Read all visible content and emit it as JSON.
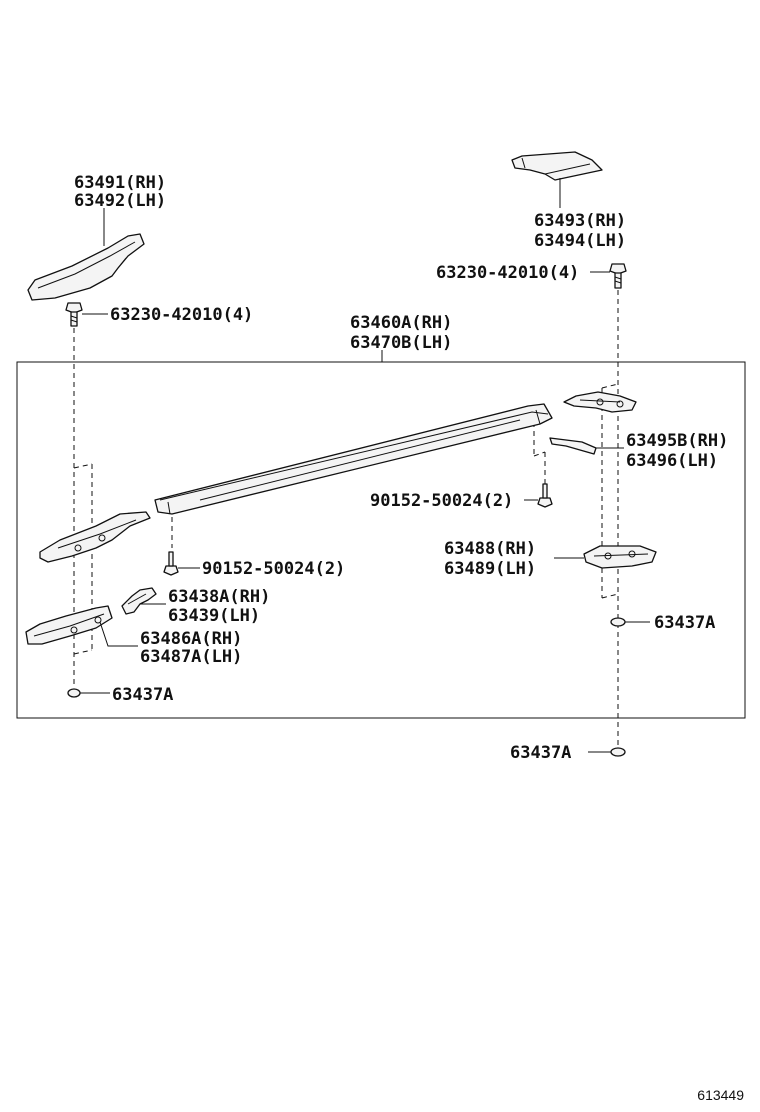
{
  "labels": {
    "p63491": "63491(RH)",
    "p63492": "63492(LH)",
    "p63493": "63493(RH)",
    "p63494": "63494(LH)",
    "bolt_left": "63230-42010(4)",
    "bolt_right": "63230-42010(4)",
    "p63460a": "63460A(RH)",
    "p63470b": "63470B(LH)",
    "p63495b": "63495B(RH)",
    "p63496": "63496(LH)",
    "screw_right": "90152-50024(2)",
    "screw_left": "90152-50024(2)",
    "p63488": "63488(RH)",
    "p63489": "63489(LH)",
    "p63438a": "63438A(RH)",
    "p63439": "63439(LH)",
    "p63486a": "63486A(RH)",
    "p63487a": "63487A(LH)",
    "p63437a_left": "63437A",
    "p63437a_right_inner": "63437A",
    "p63437a_right_outer": "63437A"
  },
  "catalog_number": "613449"
}
